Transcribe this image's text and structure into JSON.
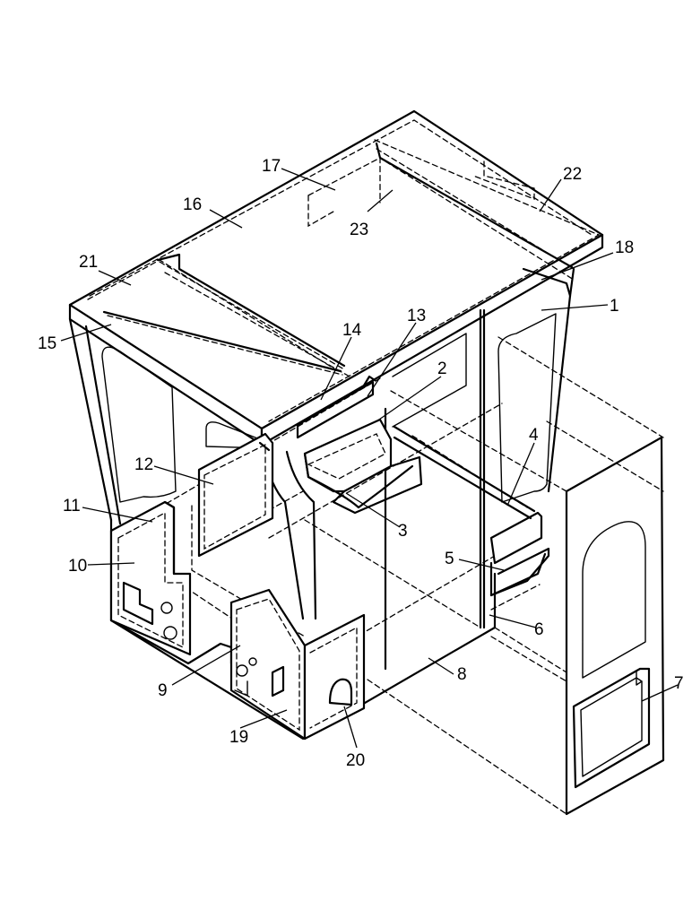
{
  "diagram": {
    "type": "exploded-parts-drawing",
    "callouts": [
      {
        "id": "c1",
        "label": "1"
      },
      {
        "id": "c2",
        "label": "2"
      },
      {
        "id": "c3",
        "label": "3"
      },
      {
        "id": "c4",
        "label": "4"
      },
      {
        "id": "c5",
        "label": "5"
      },
      {
        "id": "c6",
        "label": "6"
      },
      {
        "id": "c7",
        "label": "7"
      },
      {
        "id": "c8",
        "label": "8"
      },
      {
        "id": "c9",
        "label": "9"
      },
      {
        "id": "c10",
        "label": "10"
      },
      {
        "id": "c11",
        "label": "11"
      },
      {
        "id": "c12",
        "label": "12"
      },
      {
        "id": "c13",
        "label": "13"
      },
      {
        "id": "c14",
        "label": "14"
      },
      {
        "id": "c15",
        "label": "15"
      },
      {
        "id": "c16",
        "label": "16"
      },
      {
        "id": "c17",
        "label": "17"
      },
      {
        "id": "c18",
        "label": "18"
      },
      {
        "id": "c19",
        "label": "19"
      },
      {
        "id": "c20",
        "label": "20"
      },
      {
        "id": "c21",
        "label": "21"
      },
      {
        "id": "c22",
        "label": "22"
      },
      {
        "id": "c23",
        "label": "23"
      }
    ]
  }
}
